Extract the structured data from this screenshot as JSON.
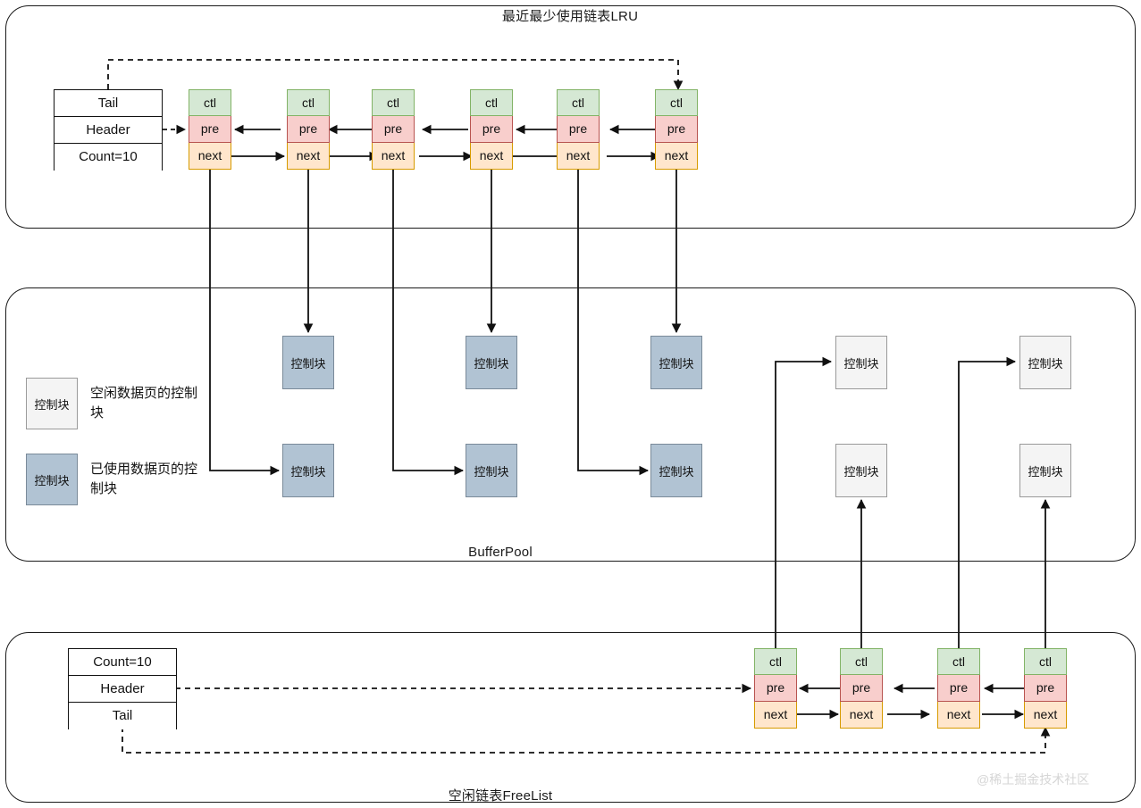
{
  "panels": {
    "lru": {
      "title": "最近最少使用链表LRU",
      "headbox": {
        "rows": [
          "Tail",
          "Header",
          "Count=10"
        ]
      },
      "nodes": [
        {
          "ctl": "ctl",
          "pre": "pre",
          "next": "next"
        },
        {
          "ctl": "ctl",
          "pre": "pre",
          "next": "next"
        },
        {
          "ctl": "ctl",
          "pre": "pre",
          "next": "next"
        },
        {
          "ctl": "ctl",
          "pre": "pre",
          "next": "next"
        },
        {
          "ctl": "ctl",
          "pre": "pre",
          "next": "next"
        },
        {
          "ctl": "ctl",
          "pre": "pre",
          "next": "next"
        }
      ]
    },
    "bufferpool": {
      "title": "BufferPool",
      "legend": [
        {
          "swatch_label": "控制块",
          "text": "空闲数据页的控制块",
          "kind": "free"
        },
        {
          "swatch_label": "控制块",
          "text": "已使用数据页的控制块",
          "kind": "used"
        }
      ],
      "blocks_used_top": [
        "控制块",
        "控制块",
        "控制块"
      ],
      "blocks_used_bottom": [
        "控制块",
        "控制块",
        "控制块"
      ],
      "blocks_free_top": [
        "控制块",
        "控制块"
      ],
      "blocks_free_bottom": [
        "控制块",
        "控制块"
      ]
    },
    "freelist": {
      "title": "空闲链表FreeList",
      "headbox": {
        "rows": [
          "Count=10",
          "Header",
          "Tail"
        ]
      },
      "nodes": [
        {
          "ctl": "ctl",
          "pre": "pre",
          "next": "next"
        },
        {
          "ctl": "ctl",
          "pre": "pre",
          "next": "next"
        },
        {
          "ctl": "ctl",
          "pre": "pre",
          "next": "next"
        },
        {
          "ctl": "ctl",
          "pre": "pre",
          "next": "next"
        }
      ]
    }
  },
  "watermark": "@稀土掘金技术社区",
  "colors": {
    "ctl_fill": "#d5e8d4",
    "ctl_stroke": "#82b366",
    "pre_fill": "#f8cecc",
    "pre_stroke": "#b85450",
    "next_fill": "#ffe6cc",
    "next_stroke": "#d79b00",
    "block_used_fill": "#b1c3d3",
    "block_used_stroke": "#7a8a99",
    "block_free_fill": "#f4f4f4",
    "block_free_stroke": "#9a9a9a",
    "line": "#111111"
  }
}
